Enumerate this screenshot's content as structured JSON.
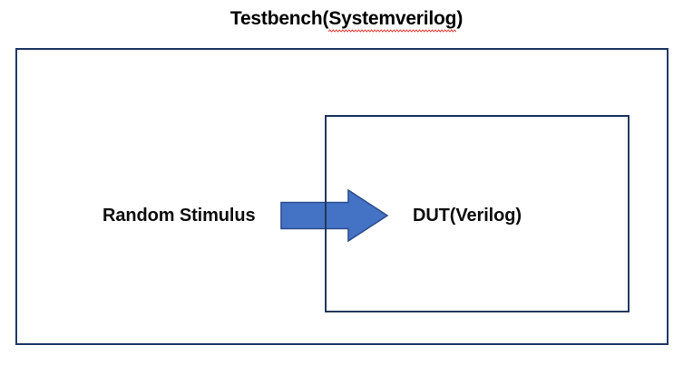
{
  "diagram": {
    "title": {
      "prefix": "Testbench(",
      "misspelled_word": "Systemverilog",
      "suffix": ")",
      "full_text": "Testbench(Systemverilog)",
      "has_spellcheck_underline": true,
      "spellcheck_color": "#E8413A"
    },
    "outer_container": {
      "name": "Testbench(Systemverilog)",
      "border_color": "#1F3864",
      "fill_color": "#FFFFFF"
    },
    "inner_container": {
      "label": "DUT(Verilog)",
      "border_color": "#22365E",
      "fill_color": "#FFFFFF"
    },
    "source_label": "Random Stimulus",
    "target_label": "DUT(Verilog)",
    "arrow": {
      "direction": "right",
      "fill_color": "#4472C4",
      "outline_color": "#2E4E8F",
      "from": "Random Stimulus",
      "to": "DUT(Verilog)"
    }
  }
}
